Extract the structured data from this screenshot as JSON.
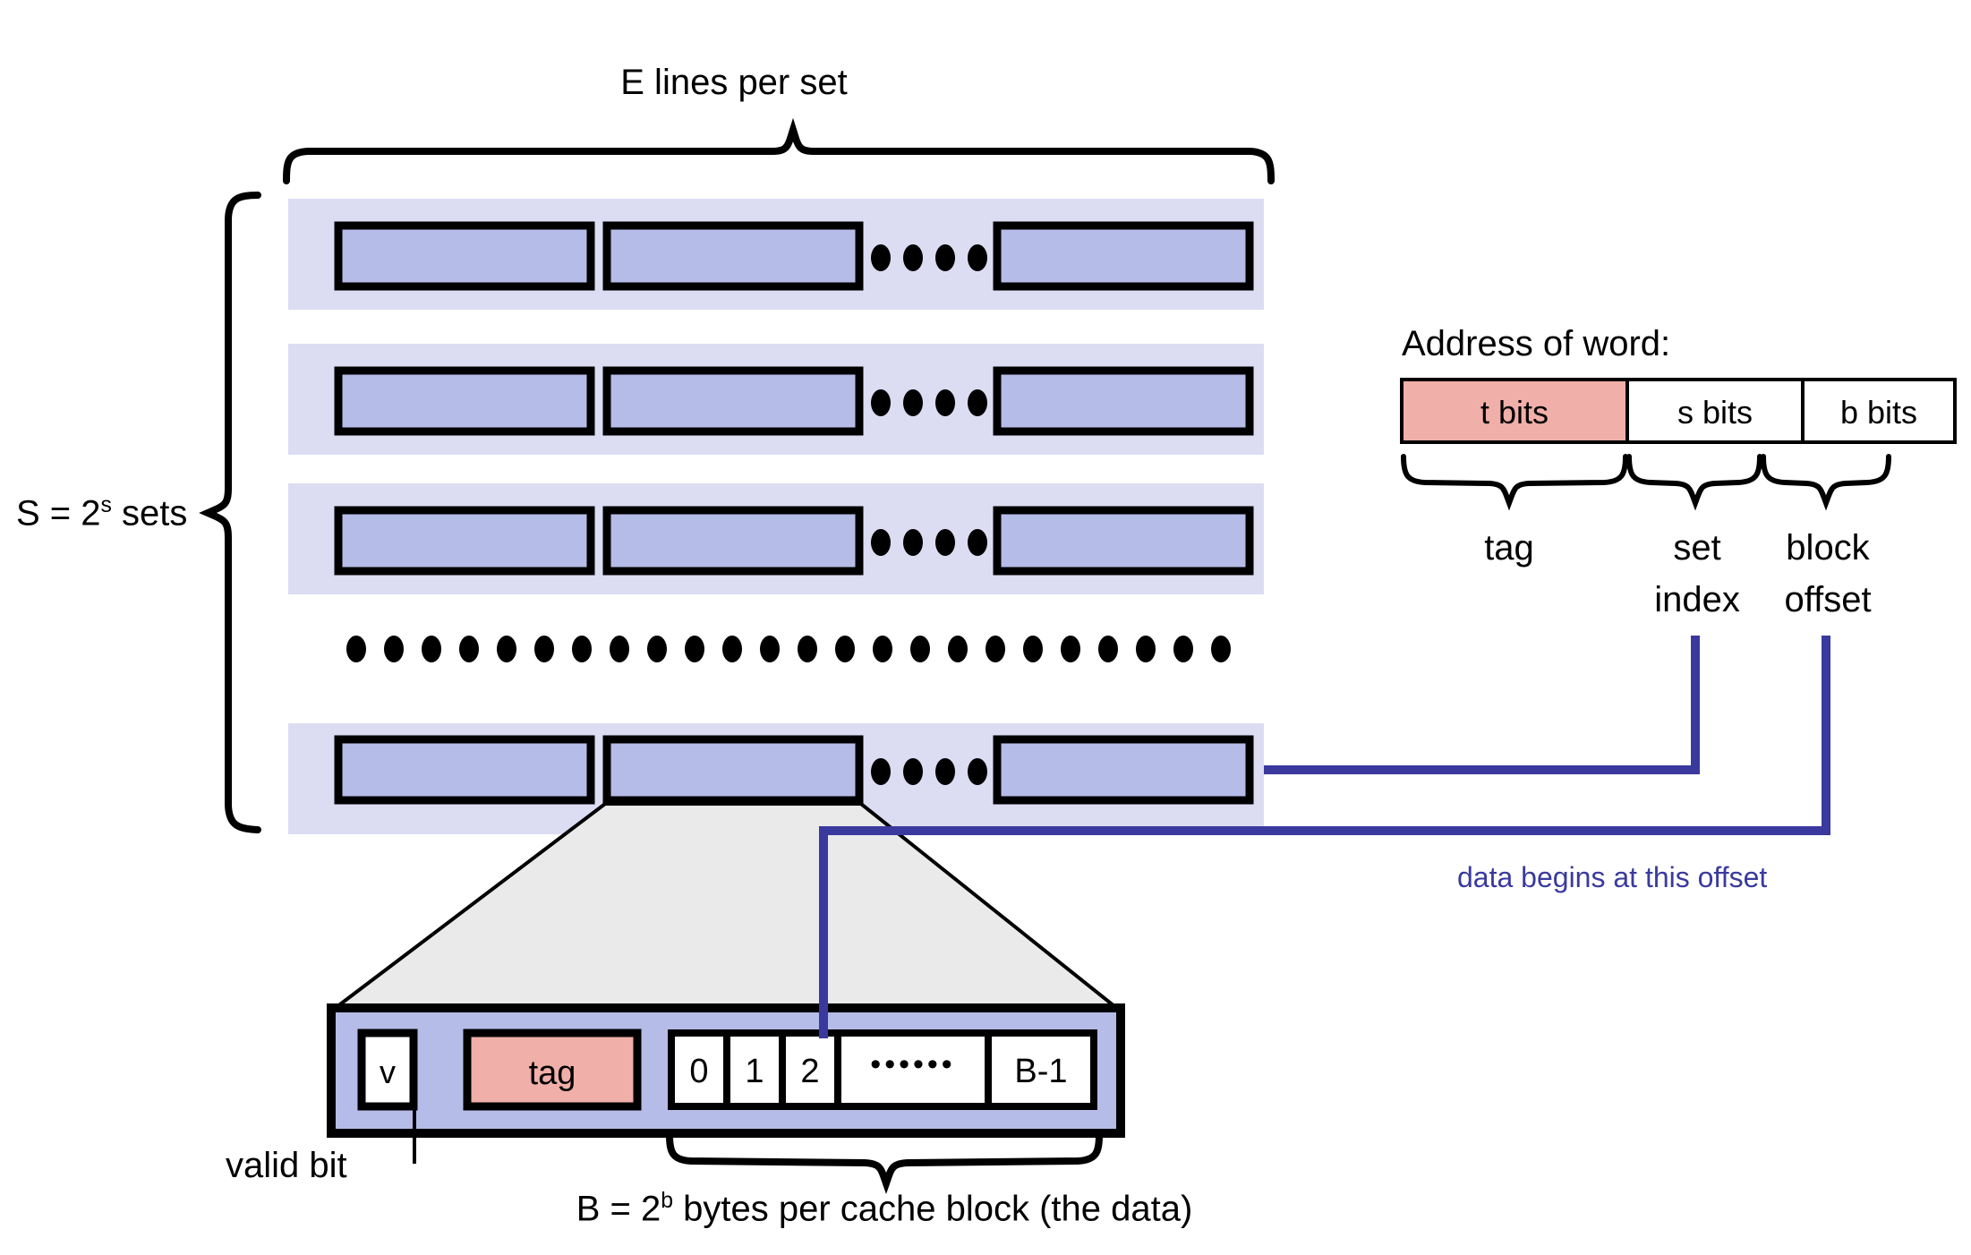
{
  "diagram": {
    "title": "Cache organization: S sets of E lines, B bytes per block",
    "colors": {
      "set_strip": "#DCDDF3",
      "cache_line_box": "#B6BCE8",
      "tag_fill": "#F0AFA8",
      "funnel_fill": "#EAEAEA",
      "connector_blue": "#3A3A9E",
      "outline": "#000000",
      "white": "#FFFFFF"
    },
    "labels": {
      "e_lines_per_set": "E lines per set",
      "s_sets_prefix": "S = 2",
      "s_sets_exponent": "s",
      "s_sets_suffix": " sets",
      "valid_bit": "valid bit",
      "data_begins": "data begins at this offset",
      "block_caption_prefix": "B = 2",
      "block_caption_exponent": "b",
      "block_caption_suffix": " bytes per cache block (the data)"
    },
    "address": {
      "heading": "Address of word:",
      "fields": [
        {
          "name": "tag-field",
          "label": "t bits",
          "filled": true
        },
        {
          "name": "set-index-field",
          "label": "s bits",
          "filled": false
        },
        {
          "name": "block-offset-field",
          "label": "b bits",
          "filled": false
        }
      ],
      "brace_labels": [
        {
          "name": "tag-brace-label",
          "line1": "tag",
          "line2": ""
        },
        {
          "name": "set-index-brace-label",
          "line1": "set",
          "line2": "index"
        },
        {
          "name": "block-offset-brace-label",
          "line1": "block",
          "line2": "offset"
        }
      ]
    },
    "sets": {
      "count_shown": 4,
      "lines_per_row": 3,
      "ellipsis_dots_in_row": 4,
      "vertical_ellipsis_dots": 25,
      "rows": [
        {
          "name": "cache-set-row-0"
        },
        {
          "name": "cache-set-row-1"
        },
        {
          "name": "cache-set-row-2"
        },
        {
          "name": "cache-set-row-last"
        }
      ]
    },
    "cache_line_detail": {
      "valid_cell": "v",
      "tag_cell": "tag",
      "byte_cells": [
        "0",
        "1",
        "2",
        "••••••",
        "B-1"
      ],
      "highlighted_byte_index": 2
    }
  }
}
